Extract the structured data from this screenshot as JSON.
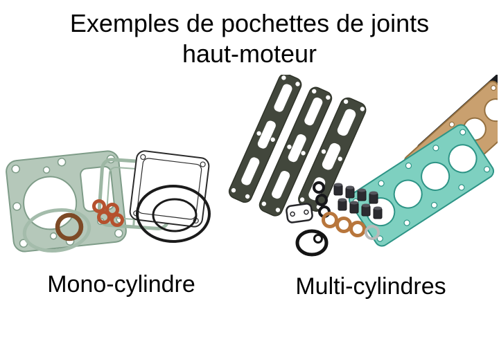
{
  "title": {
    "line1": "Exemples de pochettes de joints",
    "line2": "haut-moteur"
  },
  "captions": {
    "mono": "Mono-cylindre",
    "multi": "Multi-cylindres"
  },
  "figures": {
    "mono": {
      "name": "pochette de joints mono-cylindre",
      "parts": [
        "joint d'embase vert",
        "joint de carter vert",
        "joint de couvercle blanc",
        "joint torique noir",
        "rondelles cuivre oranges",
        "bague cuivre",
        "joint annulaire vert"
      ]
    },
    "multi": {
      "name": "pochette de joints multi-cylindres",
      "parts": [
        "joints de couvre-culasse sombres",
        "joint de culasse turquoise 4 cylindres",
        "joint de culasse cuivre 4 cylindres",
        "joints de queues de soupape",
        "rondelles cuivre",
        "joints toriques noirs",
        "petit joint de pompe"
      ]
    }
  },
  "colors": {
    "background": "#ffffff",
    "text": "#000000",
    "gasket_green": "#b5c8ba",
    "gasket_green_outline": "#7e9c88",
    "gasket_teal": "#7ed0c0",
    "gasket_teal_outline": "#2d9486",
    "gasket_tan": "#c9a06f",
    "gasket_tan_outline": "#95703f",
    "gasket_dark": "#42473c",
    "washer_orange": "#b5512e",
    "washer_copper": "#b8763c",
    "ring_brown": "#7d4a26",
    "oring_black": "#1a1a1a"
  }
}
